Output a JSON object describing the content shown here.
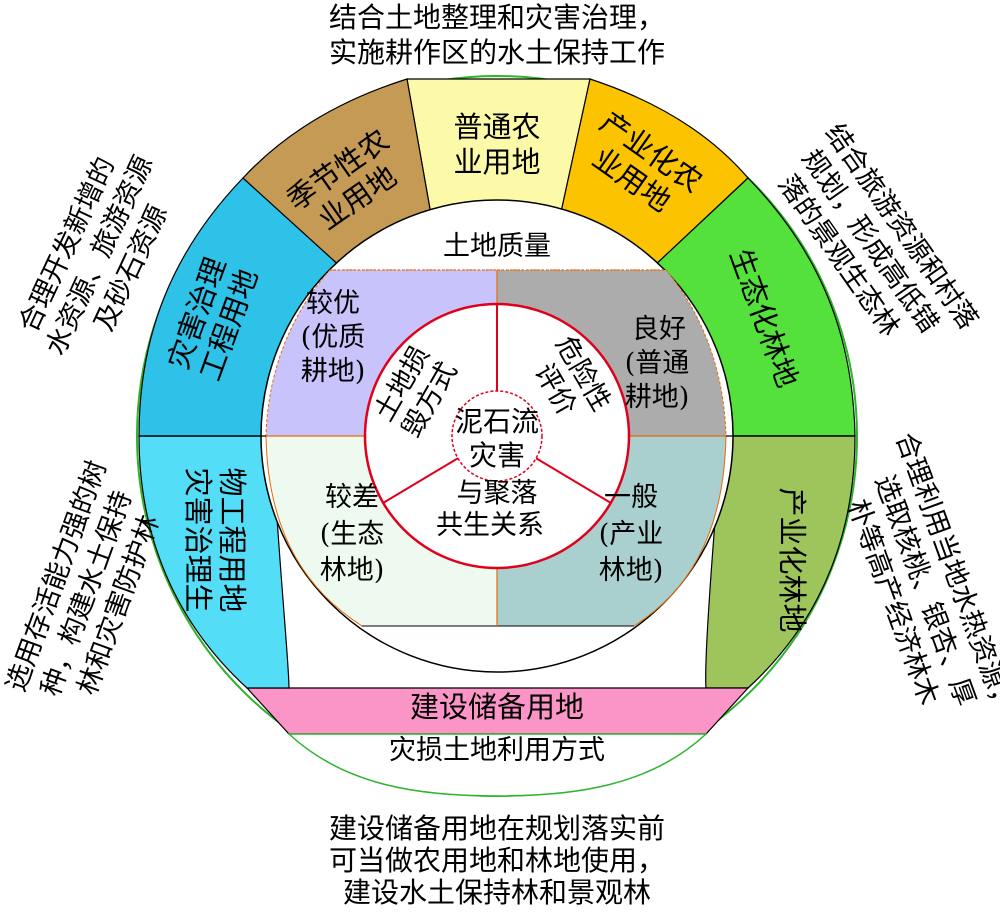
{
  "center": {
    "line1": "泥石流",
    "line2": "灾害",
    "color": "#e0001b"
  },
  "inner_sectors": [
    {
      "line1": "土地损",
      "line2": "毁方式"
    },
    {
      "line1": "危险性",
      "line2": "评价"
    },
    {
      "line1": "与聚落",
      "line2": "共生关系"
    }
  ],
  "quality_ring": {
    "top_label": "土地质量",
    "top_color": "#e36c0a",
    "bottom_label": "灾损土地利用方式",
    "bottom_color": "#2db32d"
  },
  "quality_grades": [
    {
      "l1": "较优",
      "l2": "(优质",
      "l3": "耕地)",
      "color": "#c8c4fb"
    },
    {
      "l1": "良好",
      "l2": "(普通",
      "l3": "耕地)",
      "color": "#acacac"
    },
    {
      "l1": "较差",
      "l2": "(生态",
      "l3": "林地)",
      "color": "#eefaef"
    },
    {
      "l1": "一般",
      "l2": "(产业",
      "l3": "林地)",
      "color": "#a9cfcf"
    }
  ],
  "land_uses": [
    {
      "l1": "普通农",
      "l2": "业用地",
      "color": "#fcfaa8"
    },
    {
      "l1": "产业化农",
      "l2": "业用地",
      "color": "#fcc400"
    },
    {
      "l1": "生态化林地",
      "l2": "",
      "color": "#55e13b"
    },
    {
      "l1": "产业化林地",
      "l2": "",
      "color": "#9dc55b"
    },
    {
      "l1": "建设储备用地",
      "l2": "",
      "color": "#fc95c7"
    },
    {
      "l1": "灾害治理生",
      "l2": "物工程用地",
      "color": "#54ddf7"
    },
    {
      "l1": "灾害治理",
      "l2": "工程用地",
      "color": "#2ec2e8"
    },
    {
      "l1": "季节性农",
      "l2": "业用地",
      "color": "#c49a54"
    }
  ],
  "notes": {
    "top": [
      "结合土地整理和灾害治理，",
      "实施耕作区的水土保持工作"
    ],
    "right_upper": [
      "结合旅游资源和村落",
      "规划，形成高低错",
      "落的景观生态林"
    ],
    "right_lower": [
      "合理利用当地水热资源，",
      "选取核桃、银杏、厚",
      "朴等高产经济林木"
    ],
    "bottom": [
      "建设储备用地在规划落实前",
      "可当做农用地和林地使用，",
      "建设水土保持林和景观林"
    ],
    "left_lower": [
      "选用存活能力强的树",
      "种，构建水土保持",
      "林和灾害防护林"
    ],
    "left_upper": [
      "合理开发新增的",
      "水资源、旅游资源",
      "及砂石资源"
    ]
  }
}
